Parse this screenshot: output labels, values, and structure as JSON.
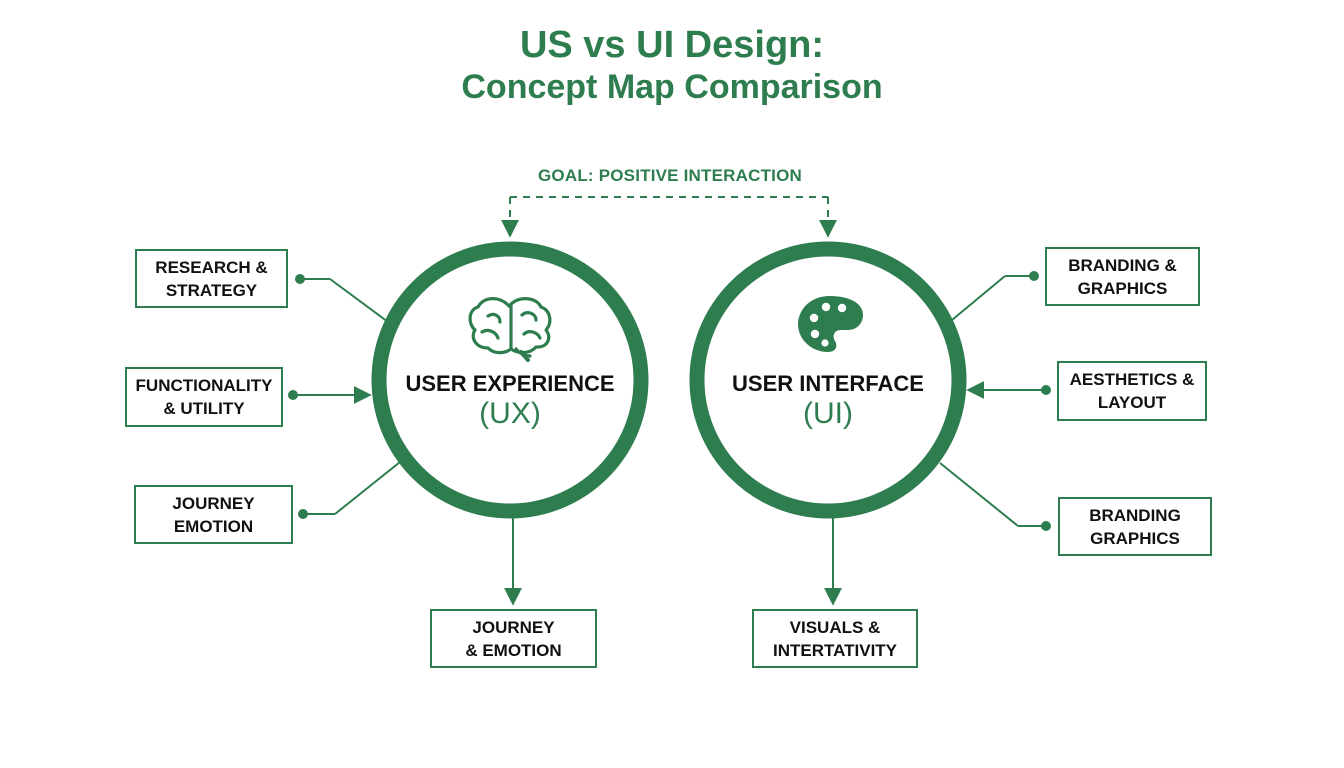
{
  "title": {
    "line1": "US vs UI Design:",
    "line2": "Concept Map Comparison"
  },
  "goal": "GOAL: POSITIVE INTERACTION",
  "colors": {
    "accent": "#2e7d4f",
    "text": "#111111",
    "background": "#ffffff"
  },
  "ux": {
    "title": "USER EXPERIENCE",
    "abbr": "(UX)",
    "icon": "brain-icon",
    "concepts": [
      "RESEARCH &\nSTRATEGY",
      "FUNCTIONALITY\n& UTILITY",
      "JOURNEY\nEMOTION"
    ],
    "bottom": "JOURNEY\n& EMOTION"
  },
  "ui": {
    "title": "USER INTERFACE",
    "abbr": "(UI)",
    "icon": "palette-icon",
    "concepts": [
      "BRANDING &\nGRAPHICS",
      "AESTHETICS &\nLAYOUT",
      "BRANDING\nGRAPHICS"
    ],
    "bottom": "VISUALS &\nINTERTATIVITY"
  }
}
